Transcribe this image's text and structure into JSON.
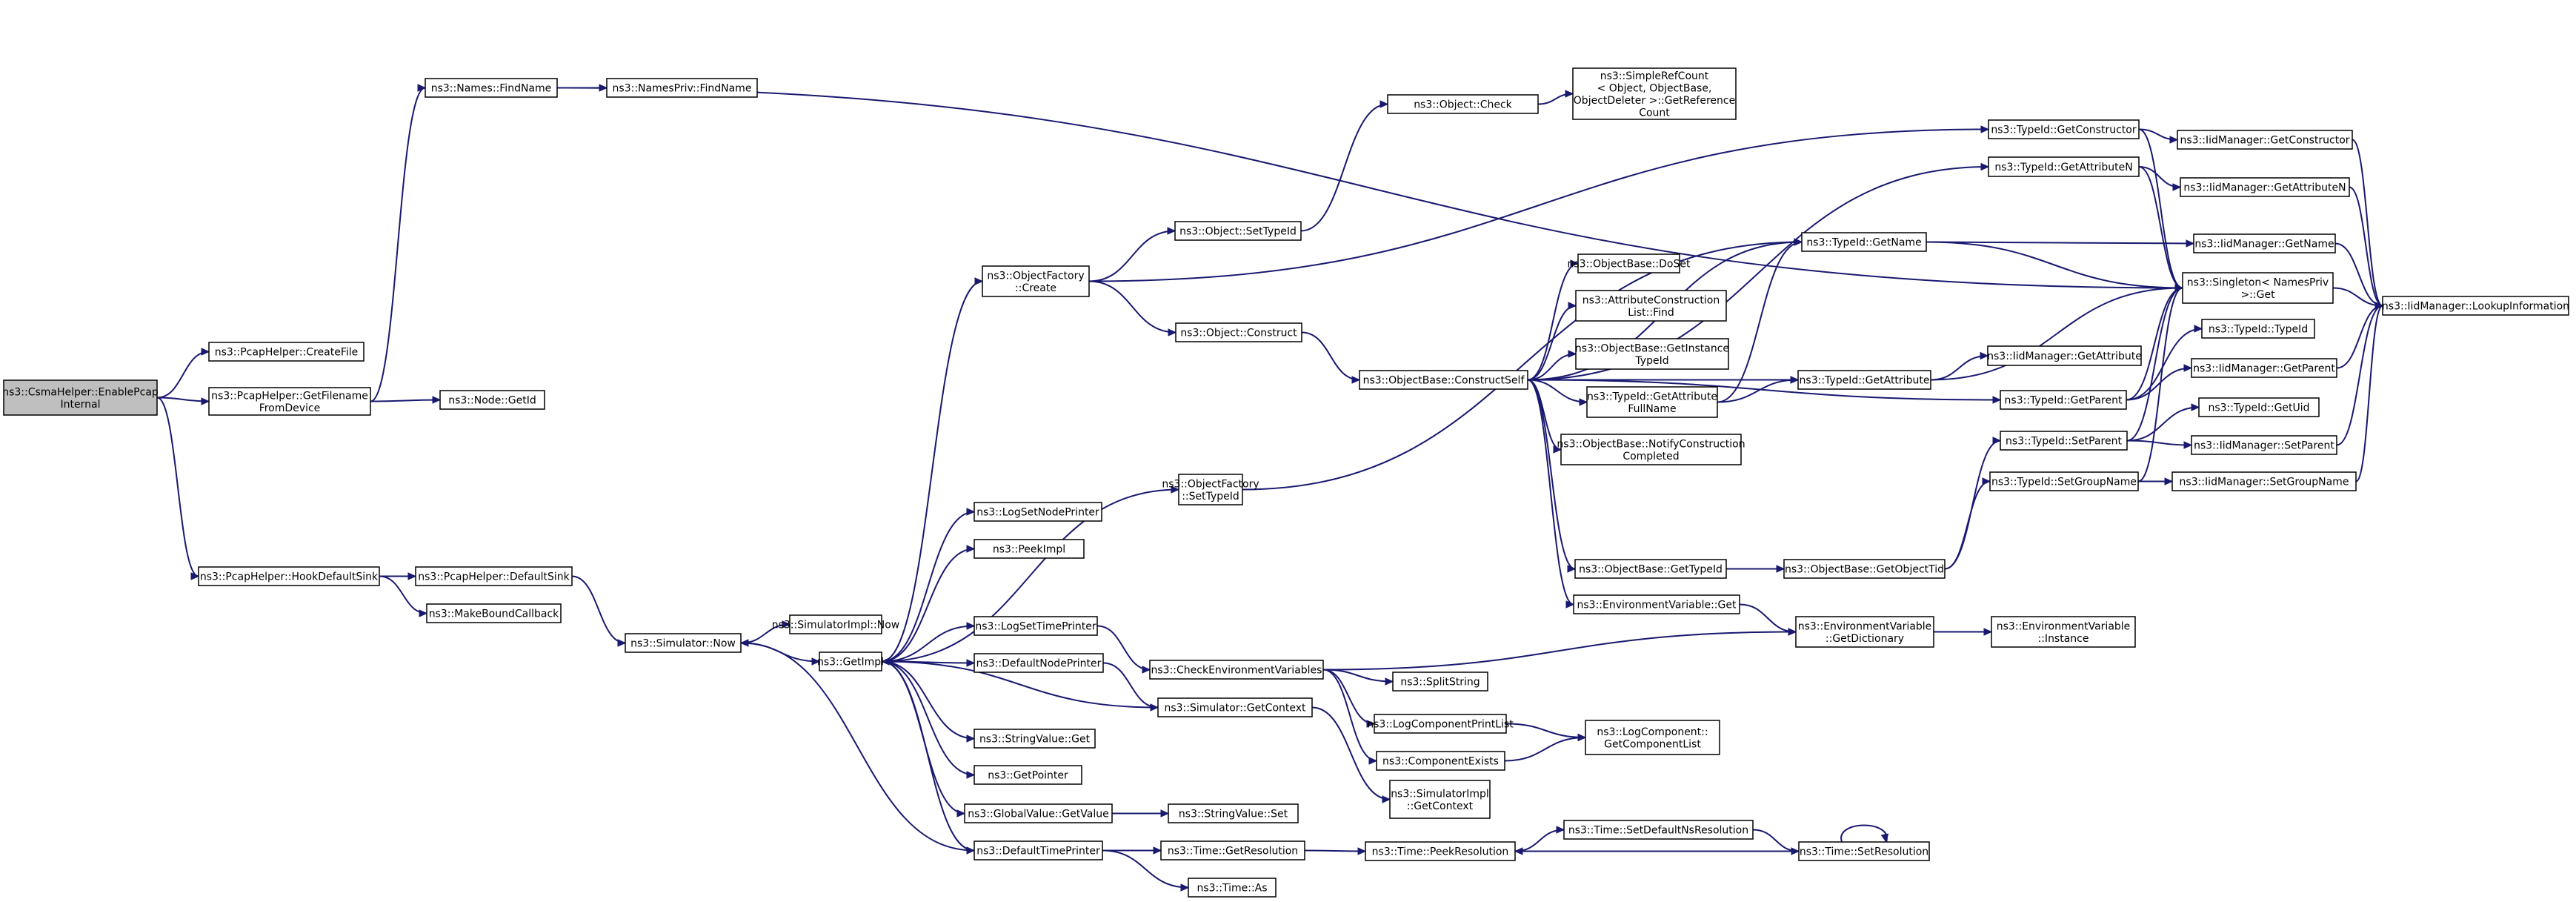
{
  "diagram": {
    "type": "call-graph",
    "nodes": [
      {
        "id": "enablepcap",
        "name": "ns3-csmahelper-enablepcapinternal",
        "lines": [
          "ns3::CsmaHelper::EnablePcap",
          "Internal"
        ],
        "root": true
      },
      {
        "id": "createfile",
        "name": "ns3-pcaphelper-createfile",
        "lines": [
          "ns3::PcapHelper::CreateFile"
        ]
      },
      {
        "id": "getfilename",
        "name": "ns3-pcaphelper-getfilenamefromdevice",
        "lines": [
          "ns3::PcapHelper::GetFilename",
          "FromDevice"
        ]
      },
      {
        "id": "hookdefaultsink",
        "name": "ns3-pcaphelper-hookdefaultsink",
        "lines": [
          "ns3::PcapHelper::HookDefaultSink"
        ]
      },
      {
        "id": "findname",
        "name": "ns3-names-findname",
        "lines": [
          "ns3::Names::FindName"
        ]
      },
      {
        "id": "namesprivfind",
        "name": "ns3-namespriv-findname",
        "lines": [
          "ns3::NamesPriv::FindName"
        ]
      },
      {
        "id": "nodegetid",
        "name": "ns3-node-getid",
        "lines": [
          "ns3::Node::GetId"
        ]
      },
      {
        "id": "defaultsink",
        "name": "ns3-pcaphelper-defaultsink",
        "lines": [
          "ns3::PcapHelper::DefaultSink"
        ]
      },
      {
        "id": "makebound",
        "name": "ns3-makeboundcallback",
        "lines": [
          "ns3::MakeBoundCallback"
        ]
      },
      {
        "id": "simnow",
        "name": "ns3-simulator-now",
        "lines": [
          "ns3::Simulator::Now"
        ]
      },
      {
        "id": "simimplnow",
        "name": "ns3-simulatorimpl-now",
        "lines": [
          "ns3::SimulatorImpl::Now"
        ]
      },
      {
        "id": "getimpl",
        "name": "ns3-getimpl",
        "lines": [
          "ns3::GetImpl"
        ]
      },
      {
        "id": "ofcreate",
        "name": "ns3-objectfactory-create",
        "lines": [
          "ns3::ObjectFactory",
          "::Create"
        ]
      },
      {
        "id": "ofsettypeid",
        "name": "ns3-objectfactory-settypeid",
        "lines": [
          "ns3::ObjectFactory",
          "::SetTypeId"
        ]
      },
      {
        "id": "logsetnodeprinter",
        "name": "ns3-logsetnodeprinter",
        "lines": [
          "ns3::LogSetNodePrinter"
        ]
      },
      {
        "id": "peekimpl",
        "name": "ns3-peekimpl",
        "lines": [
          "ns3::PeekImpl"
        ]
      },
      {
        "id": "logsettimeprinter",
        "name": "ns3-logsettimeprinter",
        "lines": [
          "ns3::LogSetTimePrinter"
        ]
      },
      {
        "id": "defaultnodeprinter",
        "name": "ns3-defaultnodeprinter",
        "lines": [
          "ns3::DefaultNodePrinter"
        ]
      },
      {
        "id": "stringvalueget",
        "name": "ns3-stringvalue-get",
        "lines": [
          "ns3::StringValue::Get"
        ]
      },
      {
        "id": "getpointer",
        "name": "ns3-getpointer",
        "lines": [
          "ns3::GetPointer"
        ]
      },
      {
        "id": "globalvaluegetvalue",
        "name": "ns3-globalvalue-getvalue",
        "lines": [
          "ns3::GlobalValue::GetValue"
        ]
      },
      {
        "id": "defaulttimeprinter",
        "name": "ns3-defaulttimeprinter",
        "lines": [
          "ns3::DefaultTimePrinter"
        ]
      },
      {
        "id": "objsettypeid",
        "name": "ns3-object-settypeid",
        "lines": [
          "ns3::Object::SetTypeId"
        ]
      },
      {
        "id": "objconstruct",
        "name": "ns3-object-construct",
        "lines": [
          "ns3::Object::Construct"
        ]
      },
      {
        "id": "objcheck",
        "name": "ns3-object-check",
        "lines": [
          "ns3::Object::Check"
        ]
      },
      {
        "id": "simplerefcount",
        "name": "ns3-simplerefcount-getreferencecount",
        "lines": [
          "ns3::SimpleRefCount",
          "< Object, ObjectBase,",
          " ObjectDeleter >::GetReference",
          "Count"
        ]
      },
      {
        "id": "constructself",
        "name": "ns3-objectbase-constructself",
        "lines": [
          "ns3::ObjectBase::ConstructSelf"
        ]
      },
      {
        "id": "checkenv",
        "name": "ns3-checkenvironmentvariables",
        "lines": [
          "ns3::CheckEnvironmentVariables"
        ]
      },
      {
        "id": "simgetcontext",
        "name": "ns3-simulator-getcontext",
        "lines": [
          "ns3::Simulator::GetContext"
        ]
      },
      {
        "id": "simimplgetcontext",
        "name": "ns3-simulatorimpl-getcontext",
        "lines": [
          "ns3::SimulatorImpl",
          "::GetContext"
        ]
      },
      {
        "id": "stringvalueset",
        "name": "ns3-stringvalue-set",
        "lines": [
          "ns3::StringValue::Set"
        ]
      },
      {
        "id": "timegetresolution",
        "name": "ns3-time-getresolution",
        "lines": [
          "ns3::Time::GetResolution"
        ]
      },
      {
        "id": "timeas",
        "name": "ns3-time-as",
        "lines": [
          "ns3::Time::As"
        ]
      },
      {
        "id": "objbasedoset",
        "name": "ns3-objectbase-doset",
        "lines": [
          "ns3::ObjectBase::DoSet"
        ]
      },
      {
        "id": "attrconstfind",
        "name": "ns3-attributeconstructionlist-find",
        "lines": [
          "ns3::AttributeConstruction",
          "List::Find"
        ]
      },
      {
        "id": "getinstancetypeid",
        "name": "ns3-objectbase-getinstancetypeid",
        "lines": [
          "ns3::ObjectBase::GetInstance",
          "TypeId"
        ]
      },
      {
        "id": "getattrfullname",
        "name": "ns3-typeid-getattributefullname",
        "lines": [
          "ns3::TypeId::GetAttribute",
          "FullName"
        ]
      },
      {
        "id": "notifyconstruction",
        "name": "ns3-objectbase-notifyconstructioncompleted",
        "lines": [
          "ns3::ObjectBase::NotifyConstruction",
          "Completed"
        ]
      },
      {
        "id": "objbasegettypeid",
        "name": "ns3-objectbase-gettypeid",
        "lines": [
          "ns3::ObjectBase::GetTypeId"
        ]
      },
      {
        "id": "envget",
        "name": "ns3-environmentvariable-get",
        "lines": [
          "ns3::EnvironmentVariable::Get"
        ]
      },
      {
        "id": "splitstring",
        "name": "ns3-splitstring",
        "lines": [
          "ns3::SplitString"
        ]
      },
      {
        "id": "logcompprintlist",
        "name": "ns3-logcomponentprintlist",
        "lines": [
          "ns3::LogComponentPrintList"
        ]
      },
      {
        "id": "componentexists",
        "name": "ns3-componentexists",
        "lines": [
          "ns3::ComponentExists"
        ]
      },
      {
        "id": "timepeekres",
        "name": "ns3-time-peekresolution",
        "lines": [
          "ns3::Time::PeekResolution"
        ]
      },
      {
        "id": "setdefaultnsres",
        "name": "ns3-time-setdefaultnsresolution",
        "lines": [
          "ns3::Time::SetDefaultNsResolution"
        ]
      },
      {
        "id": "typeidgetname",
        "name": "ns3-typeid-getname",
        "lines": [
          "ns3::TypeId::GetName"
        ]
      },
      {
        "id": "typeidgetattribute",
        "name": "ns3-typeid-getattribute",
        "lines": [
          "ns3::TypeId::GetAttribute"
        ]
      },
      {
        "id": "getobjecttid",
        "name": "ns3-objectbase-getobjecttid",
        "lines": [
          "ns3::ObjectBase::GetObjectTid"
        ]
      },
      {
        "id": "envgetdictionary",
        "name": "ns3-environmentvariable-getdictionary",
        "lines": [
          "ns3::EnvironmentVariable",
          "::GetDictionary"
        ]
      },
      {
        "id": "logcompgetlist",
        "name": "ns3-logcomponent-getcomponentlist",
        "lines": [
          "ns3::LogComponent::",
          "GetComponentList"
        ]
      },
      {
        "id": "timesetresolution",
        "name": "ns3-time-setresolution",
        "lines": [
          "ns3::Time::SetResolution"
        ]
      },
      {
        "id": "typeidgetconstructor",
        "name": "ns3-typeid-getconstructor",
        "lines": [
          "ns3::TypeId::GetConstructor"
        ]
      },
      {
        "id": "typeidgetattributen",
        "name": "ns3-typeid-getattributen",
        "lines": [
          "ns3::TypeId::GetAttributeN"
        ]
      },
      {
        "id": "typeidgetparent",
        "name": "ns3-typeid-getparent",
        "lines": [
          "ns3::TypeId::GetParent"
        ]
      },
      {
        "id": "typeidsetparent",
        "name": "ns3-typeid-setparent",
        "lines": [
          "ns3::TypeId::SetParent"
        ]
      },
      {
        "id": "typeidsetgroupname",
        "name": "ns3-typeid-setgroupname",
        "lines": [
          "ns3::TypeId::SetGroupName"
        ]
      },
      {
        "id": "iidgetattribute",
        "name": "ns3-iidmanager-getattribute",
        "lines": [
          "ns3::IidManager::GetAttribute"
        ]
      },
      {
        "id": "envinstance",
        "name": "ns3-environmentvariable-instance",
        "lines": [
          "ns3::EnvironmentVariable",
          "::Instance"
        ]
      },
      {
        "id": "iidgetconstructor",
        "name": "ns3-iidmanager-getconstructor",
        "lines": [
          "ns3::IidManager::GetConstructor"
        ]
      },
      {
        "id": "iidgetattributen",
        "name": "ns3-iidmanager-getattributen",
        "lines": [
          "ns3::IidManager::GetAttributeN"
        ]
      },
      {
        "id": "iidgetname",
        "name": "ns3-iidmanager-getname",
        "lines": [
          "ns3::IidManager::GetName"
        ]
      },
      {
        "id": "singletonget",
        "name": "ns3-singleton-namespriv-get",
        "lines": [
          "ns3::Singleton< NamesPriv",
          " >::Get"
        ]
      },
      {
        "id": "typeidtypeid",
        "name": "ns3-typeid-typeid",
        "lines": [
          "ns3::TypeId::TypeId"
        ]
      },
      {
        "id": "iidgetparent",
        "name": "ns3-iidmanager-getparent",
        "lines": [
          "ns3::IidManager::GetParent"
        ]
      },
      {
        "id": "typeidgetuid",
        "name": "ns3-typeid-getuid",
        "lines": [
          "ns3::TypeId::GetUid"
        ]
      },
      {
        "id": "iidsetparent",
        "name": "ns3-iidmanager-setparent",
        "lines": [
          "ns3::IidManager::SetParent"
        ]
      },
      {
        "id": "iidsetgroupname",
        "name": "ns3-iidmanager-setgroupname",
        "lines": [
          "ns3::IidManager::SetGroupName"
        ]
      },
      {
        "id": "iidlookup",
        "name": "ns3-iidmanager-lookupinformation",
        "lines": [
          "ns3::IidManager::LookupInformation"
        ]
      }
    ]
  }
}
